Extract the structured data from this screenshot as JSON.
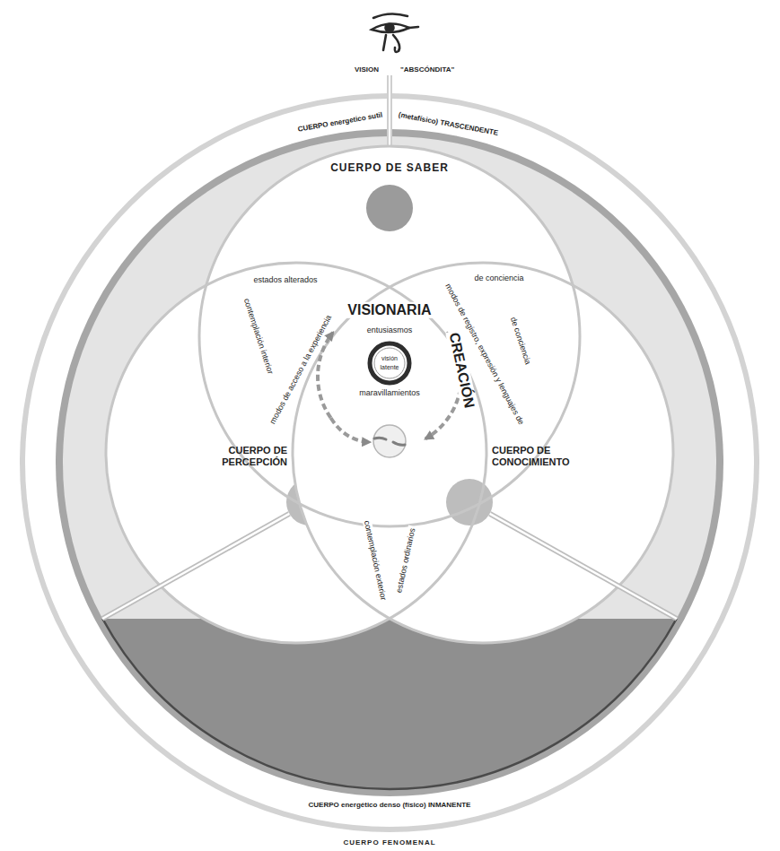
{
  "diagram": {
    "nodes": [
      {
        "text": [
          "CUERPO energetico sutil",
          "(metafísico) TRASCENDENTE",
          "CUERPO energético denso (físico) INMANENTE",
          "CUERPO FENOMENAL"
        ]
      },
      {
        "text": [
          "CUERPO DE SABER"
        ],
        "in": 0
      },
      {
        "text": [
          "CUERPO DE PERCEPCIÓN"
        ],
        "in": 0
      },
      {
        "text": [
          "CUERPO DE CONOCIMIENTO"
        ],
        "in": 0
      },
      {
        "text": [
          "entusiasmos",
          "visión",
          "latente",
          "maravillamientos"
        ],
        "in": 0
      }
    ],
    "labels": [
      "VISION",
      "\"ABSCÓNDITA\"",
      "estados alterados",
      "de conciencia",
      "contemplación interior",
      "modos de acceso a la experiencia",
      "VISIONARIA",
      "modos de registro, expresión y lenguajes de",
      "CREACIÓN",
      "de conciencia",
      "contemplación exterior",
      "estados ordinarios"
    ]
  }
}
